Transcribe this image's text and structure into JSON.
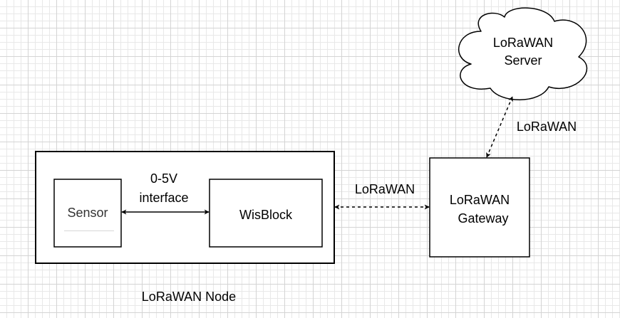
{
  "diagram": {
    "node_caption": "LoRaWAN Node",
    "sensor_label": "Sensor",
    "wisblock_label": "WisBlock",
    "interface_label_line1": "0-5V",
    "interface_label_line2": "interface",
    "gateway_label_line1": "LoRaWAN",
    "gateway_label_line2": "Gateway",
    "server_label_line1": "LoRaWAN",
    "server_label_line2": "Server",
    "link_node_gateway_label": "LoRaWAN",
    "link_gateway_server_label": "LoRaWAN"
  }
}
